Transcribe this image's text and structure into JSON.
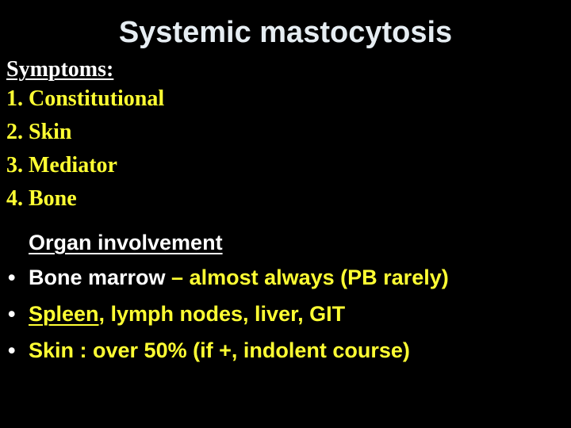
{
  "slide": {
    "title": "Systemic mastocytosis",
    "background_color": "#000000",
    "title_color": "#e6edf2",
    "accent_color": "#ffff33"
  },
  "symptoms": {
    "heading": "Symptoms:",
    "items": [
      "1. Constitutional",
      "2. Skin",
      "3. Mediator",
      "4. Bone"
    ]
  },
  "organ_involvement": {
    "heading": "Organ involvement",
    "bullets": [
      {
        "lead": "Bone marrow",
        "rest": " – almost always (PB rarely)"
      },
      {
        "lead": "Spleen",
        "rest": ", lymph nodes, liver, GIT"
      },
      {
        "lead": "Skin : over 50% (if +, indolent course)",
        "rest": ""
      }
    ],
    "bullet_glyph": "•"
  }
}
